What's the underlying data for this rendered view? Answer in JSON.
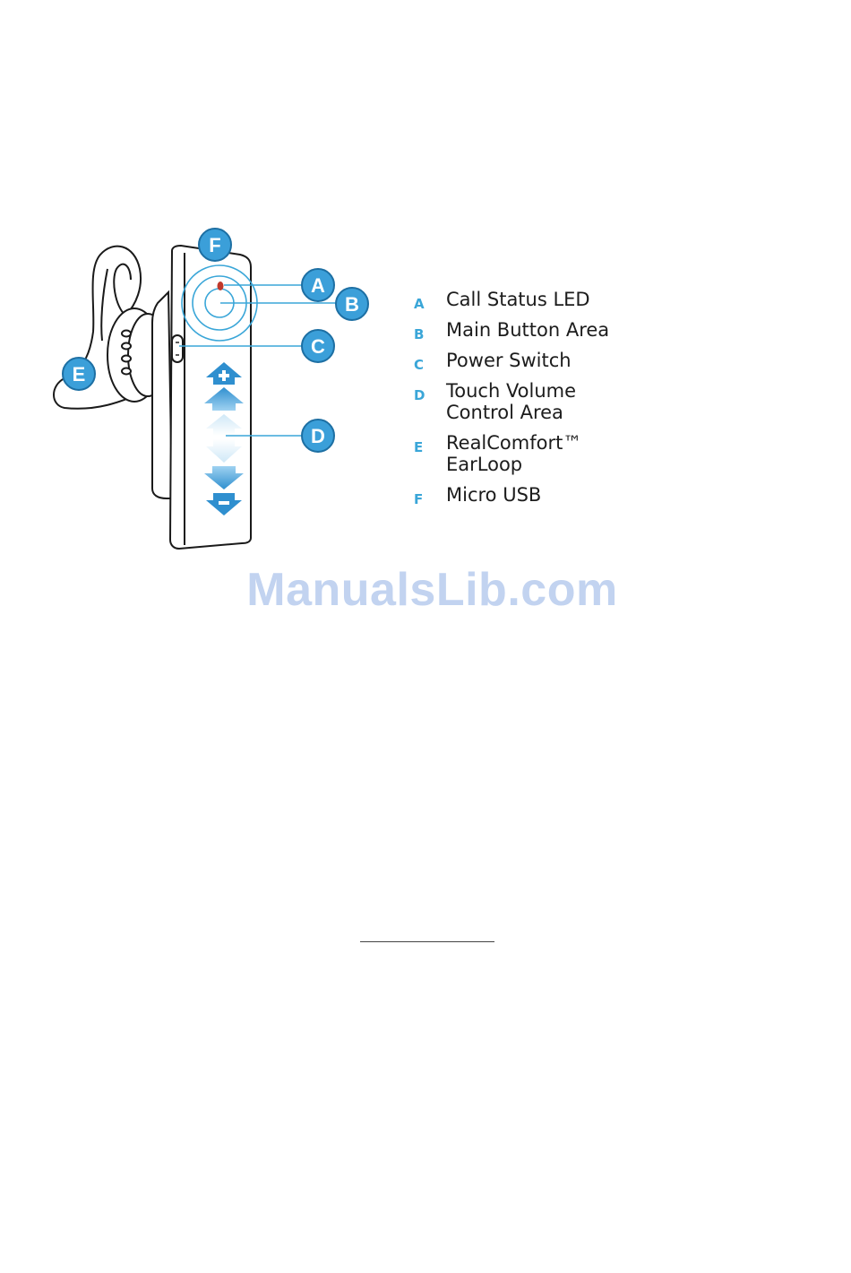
{
  "callouts": {
    "a": "A",
    "b": "B",
    "c": "C",
    "d": "D",
    "e": "E",
    "f": "F"
  },
  "legend": [
    {
      "letter": "A",
      "text": "Call Status LED"
    },
    {
      "letter": "B",
      "text": "Main Button Area"
    },
    {
      "letter": "C",
      "text": "Power Switch"
    },
    {
      "letter": "D",
      "text": "Touch Volume\nControl Area"
    },
    {
      "letter": "E",
      "text": "RealComfort™\nEarLoop"
    },
    {
      "letter": "F",
      "text": "Micro USB"
    }
  ],
  "watermark": "ManualsLib.com",
  "colors": {
    "callout_fill": "#3b9fd9",
    "callout_ring": "#1d6fa3",
    "leader": "#3aa6d8",
    "led": "#c0392b",
    "arrow": "#2f8fcf"
  }
}
